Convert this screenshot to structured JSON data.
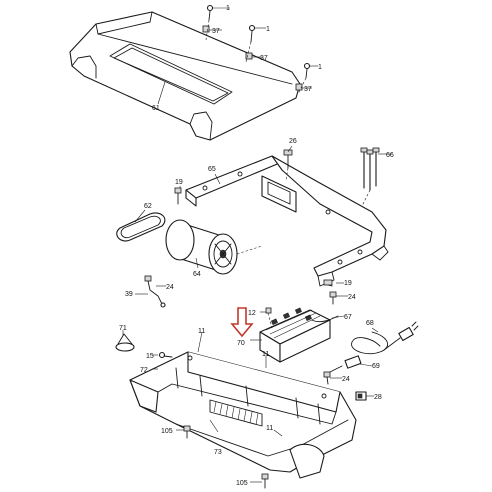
{
  "callouts": {
    "c1a": "1",
    "c37a": "37",
    "c1b": "1",
    "c37b": "37",
    "c1c": "1",
    "c37c": "37",
    "c61": "61",
    "c26": "26",
    "c66": "66",
    "c65": "65",
    "c19a": "19",
    "c62": "62",
    "c64": "64",
    "c19b": "19",
    "c39": "39",
    "c24a": "24",
    "c24b": "24",
    "c12": "12",
    "c70": "70",
    "c67": "67",
    "c68": "68",
    "c71": "71",
    "c11a": "11",
    "c15": "15",
    "c72": "72",
    "c11b": "11",
    "c69": "69",
    "c24c": "24",
    "c28": "28",
    "c105a": "105",
    "c73": "73",
    "c11c": "11",
    "c105b": "105"
  },
  "highlight": {
    "color": "#c0392b",
    "target": "70"
  }
}
